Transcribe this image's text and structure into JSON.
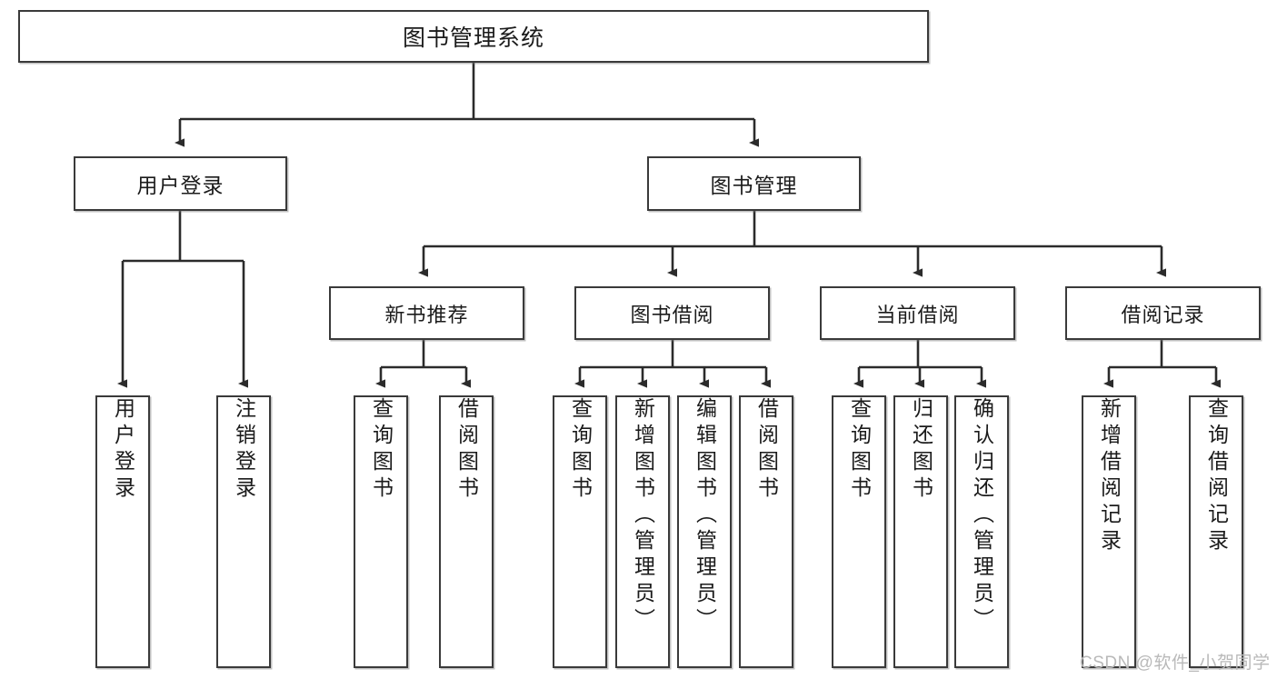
{
  "diagram": {
    "title": "图书管理系统",
    "type": "hierarchy-tree",
    "root": {
      "id": "root",
      "label": "图书管理系统",
      "orientation": "horizontal"
    },
    "level2": [
      {
        "id": "user-login",
        "label": "用户登录",
        "orientation": "horizontal"
      },
      {
        "id": "book-manage",
        "label": "图书管理",
        "orientation": "horizontal"
      }
    ],
    "level3": [
      {
        "id": "new-book-rec",
        "label": "新书推荐",
        "parent": "book-manage",
        "orientation": "horizontal"
      },
      {
        "id": "book-borrow",
        "label": "图书借阅",
        "parent": "book-manage",
        "orientation": "horizontal"
      },
      {
        "id": "current-borrow",
        "label": "当前借阅",
        "parent": "book-manage",
        "orientation": "horizontal"
      },
      {
        "id": "borrow-record",
        "label": "借阅记录",
        "parent": "book-manage",
        "orientation": "horizontal"
      }
    ],
    "leaves": [
      {
        "id": "leaf-user-login",
        "label": "用户登录",
        "parent": "user-login",
        "orientation": "vertical"
      },
      {
        "id": "leaf-logout",
        "label": "注销登录",
        "parent": "user-login",
        "orientation": "vertical"
      },
      {
        "id": "leaf-query-book-1",
        "label": "查询图书",
        "parent": "new-book-rec",
        "orientation": "vertical"
      },
      {
        "id": "leaf-borrow-book-1",
        "label": "借阅图书",
        "parent": "new-book-rec",
        "orientation": "vertical"
      },
      {
        "id": "leaf-query-book-2",
        "label": "查询图书",
        "parent": "book-borrow",
        "orientation": "vertical"
      },
      {
        "id": "leaf-add-book",
        "label": "新增图书（管理员）",
        "parent": "book-borrow",
        "orientation": "vertical"
      },
      {
        "id": "leaf-edit-book",
        "label": "编辑图书（管理员）",
        "parent": "book-borrow",
        "orientation": "vertical"
      },
      {
        "id": "leaf-borrow-book-2",
        "label": "借阅图书",
        "parent": "book-borrow",
        "orientation": "vertical"
      },
      {
        "id": "leaf-query-book-3",
        "label": "查询图书",
        "parent": "current-borrow",
        "orientation": "vertical"
      },
      {
        "id": "leaf-return-book",
        "label": "归还图书",
        "parent": "current-borrow",
        "orientation": "vertical"
      },
      {
        "id": "leaf-confirm-return",
        "label": "确认归还（管理员）",
        "parent": "current-borrow",
        "orientation": "vertical"
      },
      {
        "id": "leaf-add-record",
        "label": "新增借阅记录",
        "parent": "borrow-record",
        "orientation": "vertical"
      },
      {
        "id": "leaf-query-record",
        "label": "查询借阅记录",
        "parent": "borrow-record",
        "orientation": "vertical"
      }
    ]
  },
  "watermark": {
    "text": "CSDN @软件_小贺同学"
  },
  "colors": {
    "box_border": "#3a3a3a",
    "box_fill": "#ffffff",
    "edge": "#2b2b2b",
    "text": "#1b1b1b",
    "watermark": "#b9b9b9",
    "background": "#ffffff"
  }
}
